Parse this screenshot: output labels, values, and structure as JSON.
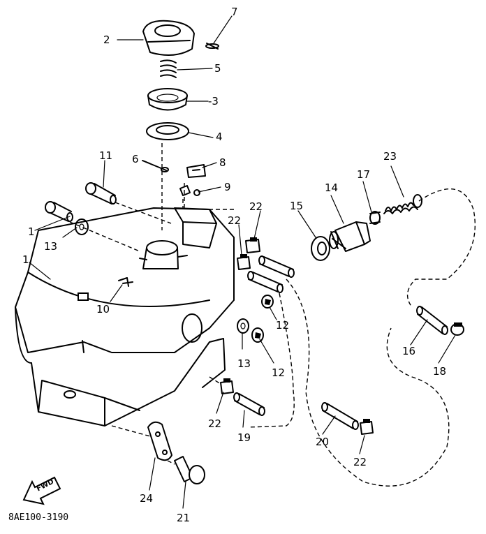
{
  "diagram": {
    "catalog_code": "8AE100-3190",
    "fwd_marker": "FWD",
    "callouts": {
      "c1a": "1",
      "c1b": "1",
      "c2": "2",
      "c3": "-3",
      "c4": "4",
      "c5": "5",
      "c6": "6",
      "c7": "7",
      "c8": "8",
      "c9": "9",
      "c10": "10",
      "c11": "11",
      "c12a": "12",
      "c12b": "12",
      "c13a": "13",
      "c13b": "13",
      "c14": "14",
      "c15": "15",
      "c16": "16",
      "c17": "17",
      "c18": "18",
      "c19": "19",
      "c20": "20",
      "c21": "21",
      "c22a": "22",
      "c22b": "22",
      "c22c": "22",
      "c22d": "22",
      "c23": "23",
      "c24": "24"
    }
  }
}
